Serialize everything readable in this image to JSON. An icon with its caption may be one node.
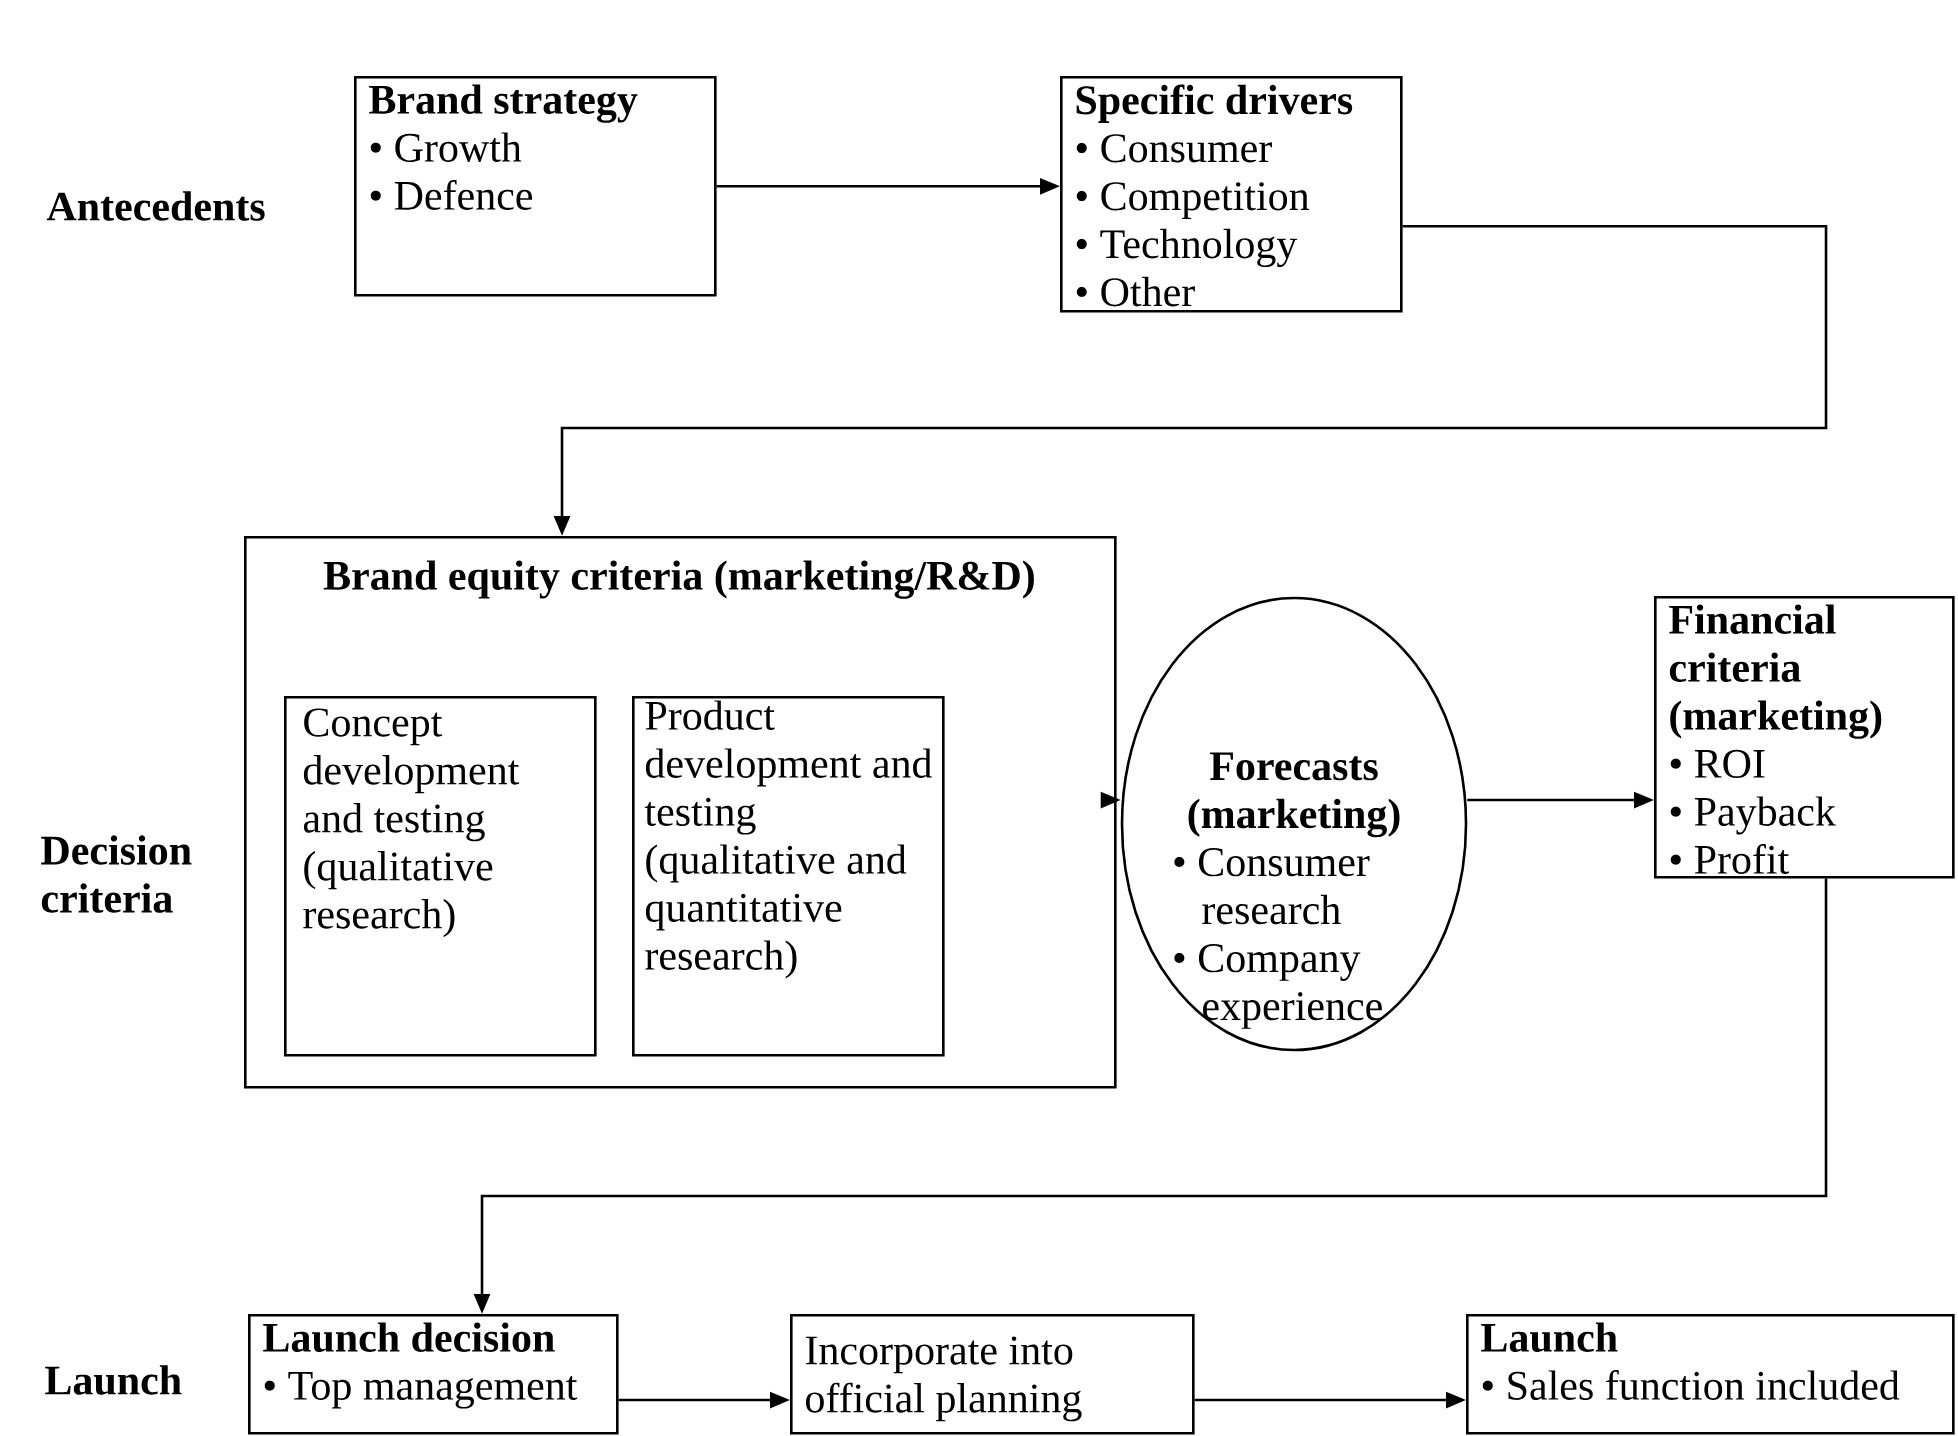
{
  "diagram": {
    "nodes": [
      {
        "text": [
          "Brand strategy",
          "• Growth",
          "• Defence"
        ]
      },
      {
        "text": [
          "Specific drivers",
          "• Consumer",
          "• Competition",
          "• Technology",
          "• Other"
        ]
      },
      {
        "text": [
          "Brand equity criteria (marketing/R&D)"
        ]
      },
      {
        "text": [
          "Concept development and testing (qualitative research)"
        ],
        "in": 2
      },
      {
        "text": [
          "Product development and testing (qualitative and quantitative research)"
        ],
        "in": 2
      },
      {
        "text": [
          "Forecasts (marketing)",
          "• Consumer research",
          "• Company experience"
        ]
      },
      {
        "text": [
          "Financial criteria (marketing)",
          "• ROI",
          "• Payback",
          "• Profit"
        ]
      },
      {
        "text": [
          "Launch decision",
          "• Top management"
        ]
      },
      {
        "text": [
          "Incorporate into official planning"
        ]
      },
      {
        "text": [
          "Launch",
          "• Sales function included"
        ]
      }
    ],
    "edges": [
      {
        "from": 0,
        "to": 1,
        "arrow": "to"
      },
      {
        "from": 1,
        "to": 2,
        "arrow": "to"
      },
      {
        "from": 2,
        "to": 5,
        "arrow": "to"
      },
      {
        "from": 5,
        "to": 6,
        "arrow": "to"
      },
      {
        "from": 6,
        "to": 7,
        "arrow": "to"
      },
      {
        "from": 7,
        "to": 8,
        "arrow": "to"
      },
      {
        "from": 8,
        "to": 9,
        "arrow": "to"
      }
    ],
    "labels": [
      "Antecedents",
      "Decision criteria",
      "Launch"
    ]
  }
}
